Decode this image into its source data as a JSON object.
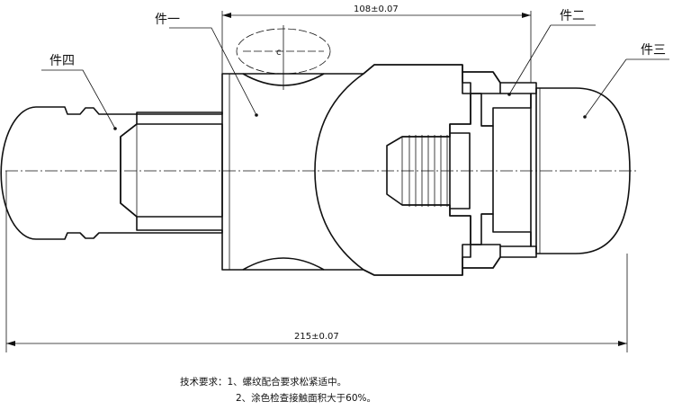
{
  "labels": {
    "part1": "件一",
    "part2": "件二",
    "part3": "件三",
    "part4": "件四",
    "section_mark": "c"
  },
  "dimensions": {
    "top": "108±0.07",
    "bottom": "215±0.07"
  },
  "tech_requirements": {
    "line1": "技术要求：1、螺纹配合要求松紧适中。",
    "line2": "2、涂色检查接触面积大于60%。"
  },
  "colors": {
    "line": "#111111",
    "background": "#ffffff"
  }
}
